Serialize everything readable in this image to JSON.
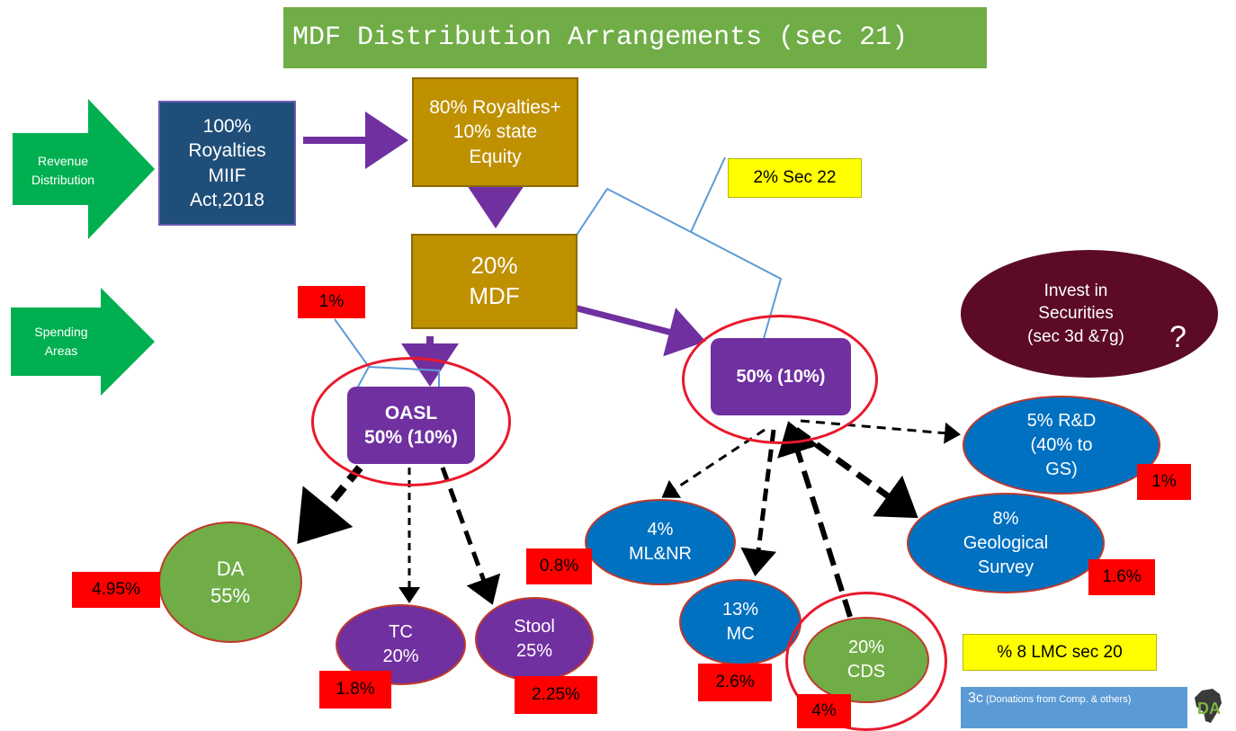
{
  "title": "MDF Distribution Arrangements (sec 21)",
  "arrows": {
    "revenue": "Revenue\nDistribution",
    "spending": "Spending\nAreas"
  },
  "boxes": {
    "royalties": "100%\nRoyalties\nMIIF\nAct,2018",
    "royalties_equity": "80% Royalties+\n10% state\nEquity",
    "mdf": "20%\nMDF",
    "oasl": "OASL\n50% (10%)",
    "half": "50% (10%)"
  },
  "ovals": {
    "securities": "Invest in\nSecurities\n(sec 3d &7g)",
    "securities_q": "?",
    "da": "DA\n55%",
    "tc": "TC\n20%",
    "stool": "Stool\n25%",
    "mlnr": "4%\nML&NR",
    "mc": "13%\nMC",
    "cds": "20%\nCDS",
    "geo": "8%\nGeological\nSurvey",
    "rd": "5% R&D\n(40% to\nGS)"
  },
  "tags": {
    "oasl_1pct": "1%",
    "da": "4.95%",
    "tc": "1.8%",
    "stool": "2.25%",
    "mlnr": "0.8%",
    "mc": "2.6%",
    "cds": "4%",
    "geo": "1.6%",
    "rd": "1%"
  },
  "notes": {
    "sec22": "2% Sec 22",
    "lmc": "%  8 LMC sec 20"
  },
  "donation": {
    "lead": "3c",
    "text": "(Donations from Comp. & others)"
  },
  "logo_text": "DA",
  "colors": {
    "green": "#70ad47",
    "purple": "#7030a0",
    "navy": "#1f4e79",
    "gold": "#bf9000",
    "blue": "#0070c0",
    "maroon": "#5c0a25",
    "red": "#ff0000",
    "yellow": "#ffff00",
    "arrow_green": "#00b050"
  }
}
